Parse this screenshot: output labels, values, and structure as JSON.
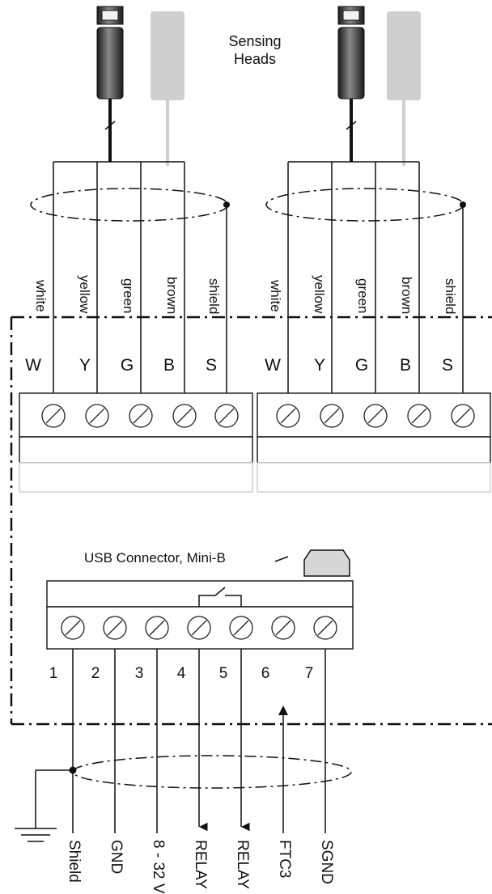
{
  "header": {
    "sensing_heads": "Sensing\nHeads"
  },
  "usb_label": "USB Connector, Mini-B",
  "wire_colors": [
    "white",
    "yellow",
    "green",
    "brown",
    "shield"
  ],
  "head_terminals": [
    "W",
    "Y",
    "G",
    "B",
    "S"
  ],
  "main_terminal_numbers": [
    "1",
    "2",
    "3",
    "4",
    "5",
    "6",
    "7"
  ],
  "outputs": [
    "Shield",
    "GND",
    "8 - 32 V",
    "RELAY",
    "RELAY",
    "FTC3",
    "SGND"
  ],
  "colors": {
    "line": "#111111",
    "block_outline": "#222222",
    "ghost": "#c8c8c8",
    "sensor_dark": "#333333"
  }
}
